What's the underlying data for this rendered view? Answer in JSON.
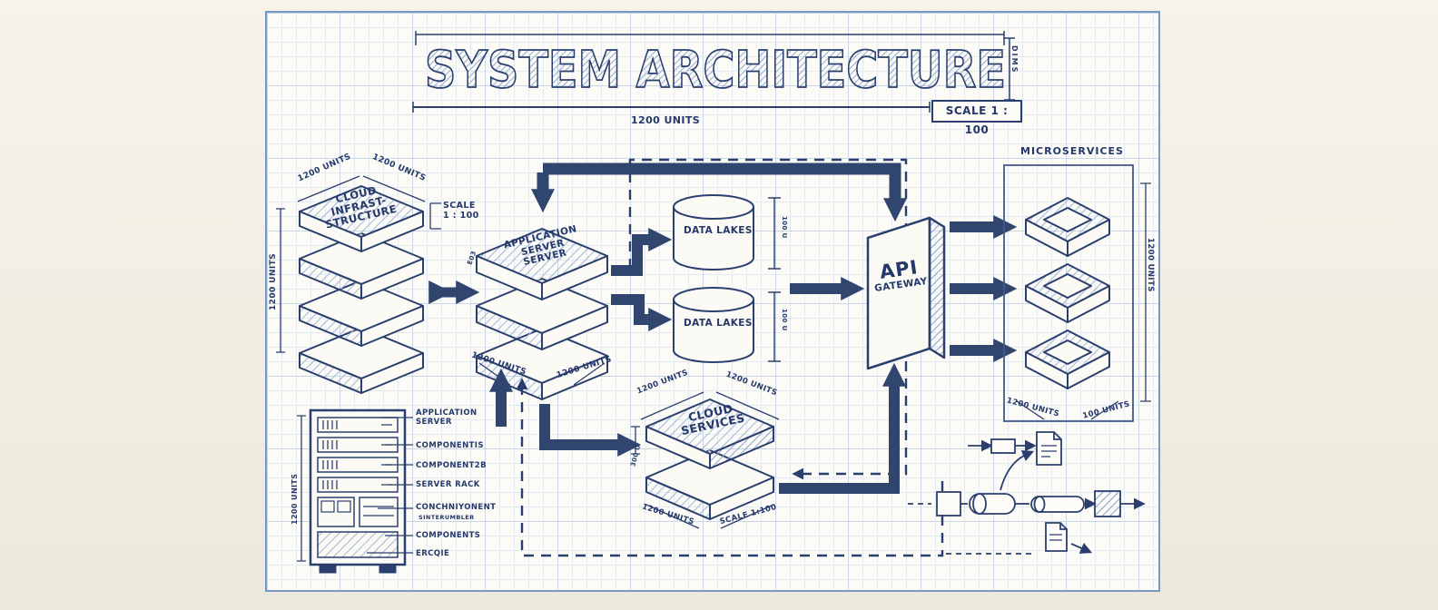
{
  "colors": {
    "ink": "#2b3f6e",
    "arrow": "#31466f",
    "paper": "#f3f0e6",
    "grid_minor": "#e4eaf4",
    "grid_major": "#c9d6ea"
  },
  "title": {
    "text": "SYSTEM ARCHITECTURE",
    "width_label": "1200 UNITS",
    "scale_label": "SCALE 1 : 100",
    "side_label": "DIMS"
  },
  "cloud_infrastructure": {
    "line1": "CLOUD",
    "line2": "INFRAST-",
    "line3": "STRUCTURE",
    "dim_top_left": "1200 UNITS",
    "dim_top_right": "1200 UNITS",
    "dim_left": "1200 UNITS",
    "scale_line1": "SCALE",
    "scale_line2": "1 : 100"
  },
  "application_server": {
    "line1": "APPLICATION",
    "line2": "SERVER",
    "line3": "SERVER",
    "dim_side": "E03",
    "dim_bottom_left": "1200 UNITS",
    "dim_bottom_right": "1200 UNITS"
  },
  "data_lakes": {
    "label_top": "DATA LAKES",
    "label_bottom": "DATA LAKES",
    "dim_top": "100 U",
    "dim_bottom": "100 U"
  },
  "api_gateway": {
    "line1": "API",
    "line2": "GATEWAY"
  },
  "microservices": {
    "title": "MICROSERVICES",
    "dim_bottom_left": "1200 UNITS",
    "dim_bottom_right": "100 UNITS",
    "dim_right": "1200 UNITS"
  },
  "cloud_services": {
    "line1": "CLOUD",
    "line2": "SERVICES",
    "dim_top_left": "1200 UNITS",
    "dim_top_right": "1200 UNITS",
    "dim_left": "300 U",
    "dim_bottom_left": "1200 UNITS",
    "dim_bottom_right": "SCALE 1:100"
  },
  "server_rack": {
    "dim_left": "1200 UNITS",
    "legend1a": "APPLICATION",
    "legend1b": "SERVER",
    "legend2": "COMPONENTIS",
    "legend3": "COMPONENT2B",
    "legend4": "SERVER RACK",
    "legend5": "CONCHNIYONENT",
    "legend5_sub": "SINTERUMBLER",
    "legend6": "COMPONENTS",
    "legend7": "ERCQIE"
  }
}
